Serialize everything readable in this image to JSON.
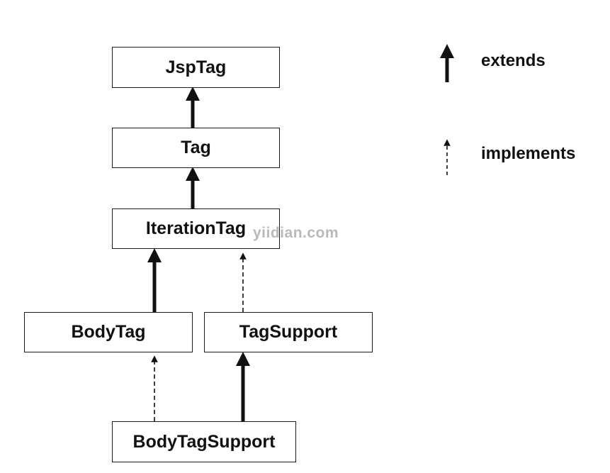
{
  "nodes": {
    "jsptag": "JspTag",
    "tag": "Tag",
    "iterationtag": "IterationTag",
    "bodytag": "BodyTag",
    "tagsupport": "TagSupport",
    "bodytagsupport": "BodyTagSupport"
  },
  "edges": [
    {
      "from": "tag",
      "to": "jsptag",
      "type": "extends"
    },
    {
      "from": "iterationtag",
      "to": "tag",
      "type": "extends"
    },
    {
      "from": "bodytag",
      "to": "iterationtag",
      "type": "extends"
    },
    {
      "from": "tagsupport",
      "to": "iterationtag",
      "type": "implements"
    },
    {
      "from": "bodytagsupport",
      "to": "bodytag",
      "type": "implements"
    },
    {
      "from": "bodytagsupport",
      "to": "tagsupport",
      "type": "extends"
    }
  ],
  "legend": {
    "extends": "extends",
    "implements": "implements"
  },
  "watermark": "yiidian.com",
  "colors": {
    "line": "#111111",
    "watermark": "#b9b9b9"
  }
}
